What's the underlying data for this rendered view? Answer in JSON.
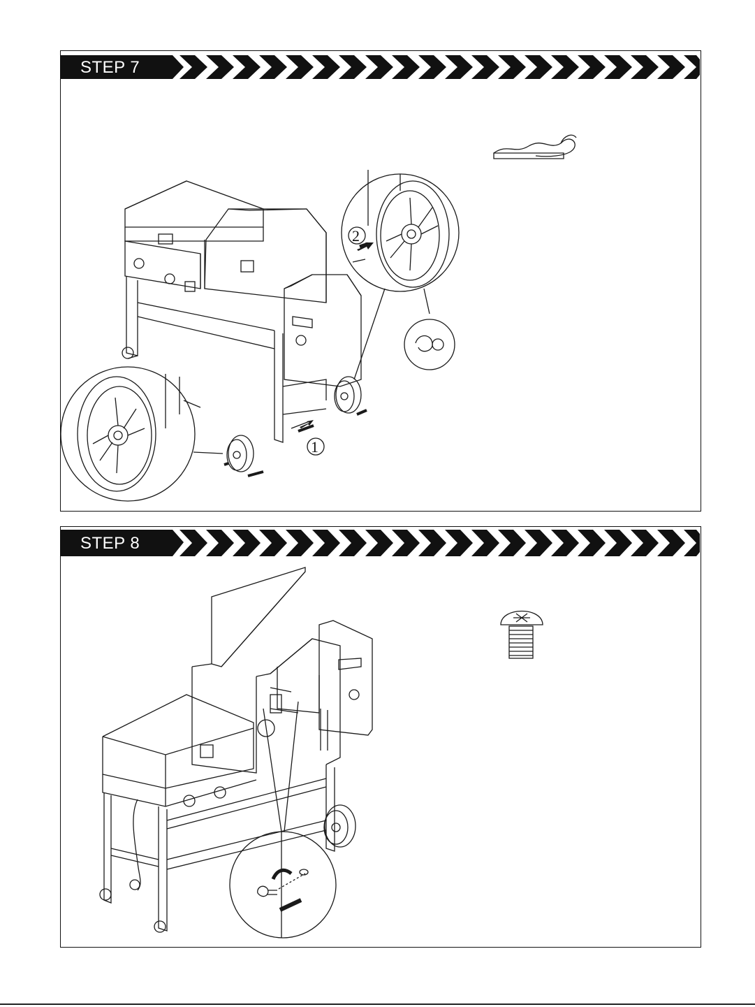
{
  "steps": [
    {
      "label": "STEP 7",
      "callouts": [
        "1",
        "2"
      ]
    },
    {
      "label": "STEP 8"
    }
  ],
  "icons": {
    "step7_hardware": "hitch-pin-icon",
    "step8_hardware": "truss-head-bolt-icon"
  },
  "colors": {
    "banner": "#111111",
    "line": "#1a1a1a"
  }
}
